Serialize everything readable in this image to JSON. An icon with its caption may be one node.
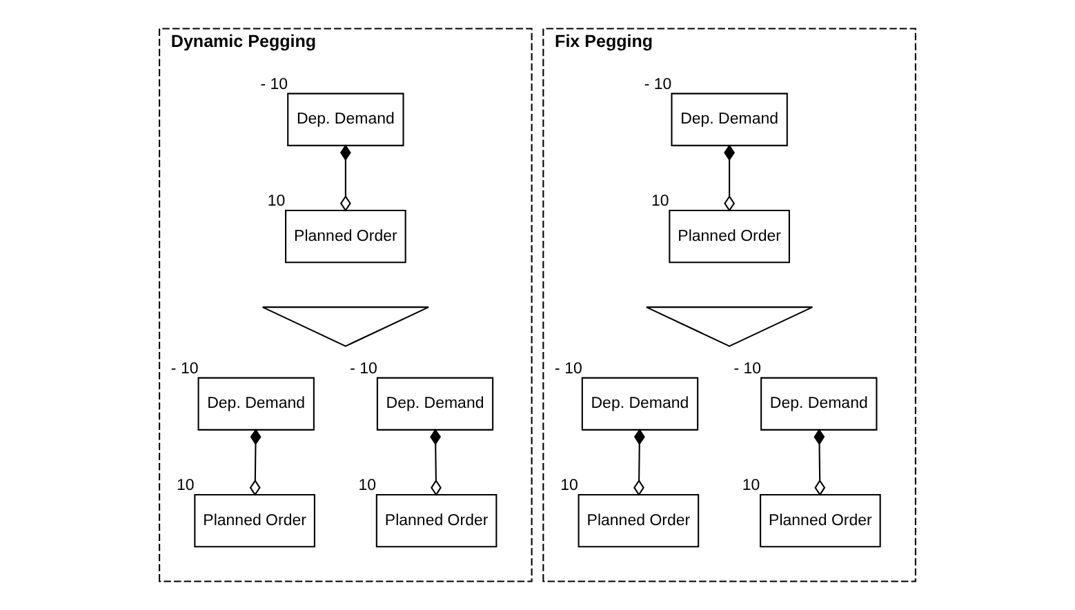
{
  "diagram": {
    "nodes": [
      {
        "text": [
          "Dynamic Pegging"
        ]
      },
      {
        "text": [
          "Dep. Demand"
        ],
        "in": 0,
        "beside": [
          "- 10"
        ]
      },
      {
        "text": [
          "Planned Order"
        ],
        "in": 0,
        "beside": [
          "10"
        ]
      },
      {
        "text": [],
        "shape": "arrow",
        "in": 0
      },
      {
        "text": [
          "Dep. Demand"
        ],
        "in": 0,
        "beside": [
          "- 10"
        ]
      },
      {
        "text": [
          "Dep. Demand"
        ],
        "in": 0,
        "beside": [
          "- 10"
        ]
      },
      {
        "text": [
          "Planned Order"
        ],
        "in": 0,
        "beside": [
          "10"
        ]
      },
      {
        "text": [
          "Planned Order"
        ],
        "in": 0,
        "beside": [
          "10"
        ]
      },
      {
        "text": [
          "Fix Pegging"
        ]
      },
      {
        "text": [
          "Dep. Demand"
        ],
        "in": 8,
        "beside": [
          "- 10"
        ]
      },
      {
        "text": [
          "Planned Order"
        ],
        "in": 8,
        "beside": [
          "10"
        ]
      },
      {
        "text": [],
        "shape": "arrow",
        "in": 8
      },
      {
        "text": [
          "Dep. Demand"
        ],
        "in": 8,
        "beside": [
          "- 10"
        ]
      },
      {
        "text": [
          "Dep. Demand"
        ],
        "in": 8,
        "beside": [
          "- 10"
        ]
      },
      {
        "text": [
          "Planned Order"
        ],
        "in": 8,
        "beside": [
          "10"
        ]
      },
      {
        "text": [
          "Planned Order"
        ],
        "in": 8,
        "beside": [
          "10"
        ]
      }
    ],
    "edges": [
      {
        "from": 1,
        "to": 2,
        "arrow": "other"
      },
      {
        "from": 4,
        "to": 6,
        "arrow": "other"
      },
      {
        "from": 5,
        "to": 7,
        "arrow": "other"
      },
      {
        "from": 9,
        "to": 10,
        "arrow": "other"
      },
      {
        "from": 12,
        "to": 15,
        "arrow": "other"
      },
      {
        "from": 13,
        "to": 14,
        "arrow": "other"
      }
    ]
  }
}
